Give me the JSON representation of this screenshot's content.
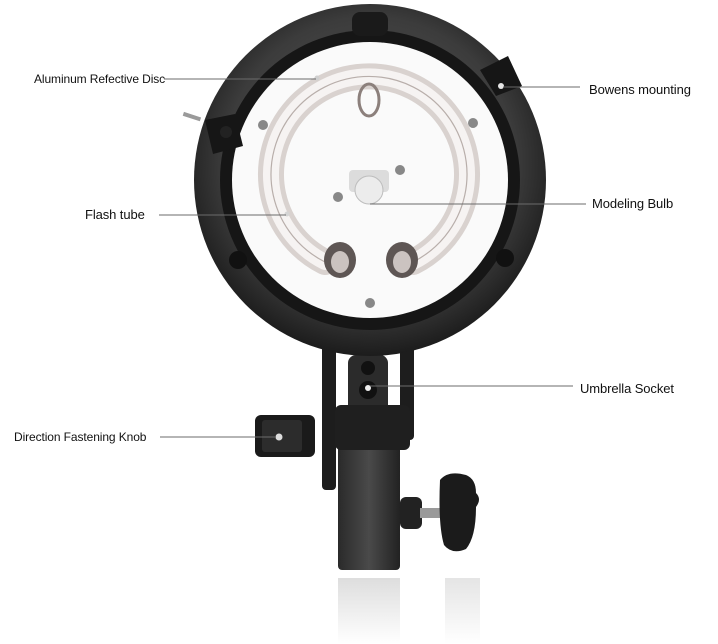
{
  "diagram": {
    "subject": "Bowens mount flash head with umbrella bracket",
    "background_color": "#ffffff",
    "callout_line_color": "#6b6b6b",
    "labels": [
      {
        "id": "aluminum-disc",
        "text": "Aluminum Refective Disc",
        "side": "left"
      },
      {
        "id": "bowens-mounting",
        "text": "Bowens mounting",
        "side": "right"
      },
      {
        "id": "flash-tube",
        "text": "Flash tube",
        "side": "left"
      },
      {
        "id": "modeling-bulb",
        "text": "Modeling Bulb",
        "side": "right"
      },
      {
        "id": "umbrella-socket",
        "text": "Umbrella Socket",
        "side": "right"
      },
      {
        "id": "direction-knob",
        "text": "Direction Fastening Knob",
        "side": "left"
      }
    ]
  }
}
